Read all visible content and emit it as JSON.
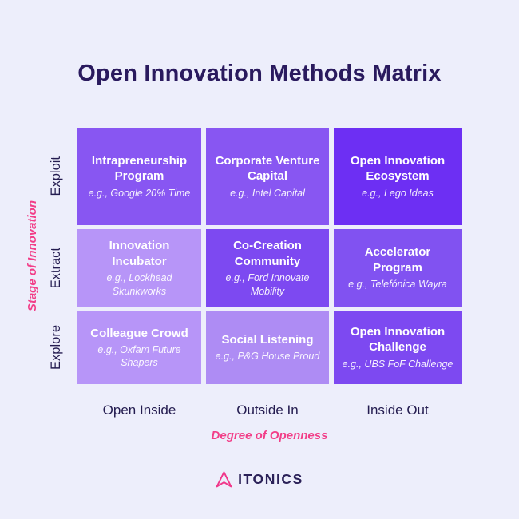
{
  "title": "Open Innovation Methods Matrix",
  "colors": {
    "background": "#edeefb",
    "title_text": "#2a1a5e",
    "axis_accent_pink": "#f23e88",
    "axis_tick_text": "#241c50",
    "cell_text": "#ffffff",
    "logo_icon_pink": "#f0378a",
    "logo_text_navy": "#2b2158"
  },
  "y_axis": {
    "label": "Stage of Innovation",
    "ticks": [
      "Exploit",
      "Extract",
      "Explore"
    ]
  },
  "x_axis": {
    "label": "Degree of Openness",
    "ticks": [
      "Open Inside",
      "Outside In",
      "Inside Out"
    ]
  },
  "cells": [
    [
      {
        "title": "Intrapreneurship Program",
        "example": "e.g., Google 20% Time",
        "color": "#8856f2"
      },
      {
        "title": "Corporate Venture Capital",
        "example": "e.g., Intel Capital",
        "color": "#8856f2"
      },
      {
        "title": "Open Innovation Ecosystem",
        "example": "e.g., Lego Ideas",
        "color": "#6d2ff3"
      }
    ],
    [
      {
        "title": "Innovation Incubator",
        "example": "e.g., Lockhead Skunkworks",
        "color": "#b795f8"
      },
      {
        "title": "Co-Creation Community",
        "example": "e.g., Ford Innovate Mobility",
        "color": "#7d49f1"
      },
      {
        "title": "Accelerator Program",
        "example": "e.g., Telefónica Wayra",
        "color": "#8152f1"
      }
    ],
    [
      {
        "title": "Colleague Crowd",
        "example": "e.g., Oxfam Future Shapers",
        "color": "#b795f8"
      },
      {
        "title": "Social Listening",
        "example": "e.g., P&G House Proud",
        "color": "#ae8cf4"
      },
      {
        "title": "Open Innovation Challenge",
        "example": "e.g., UBS FoF Challenge",
        "color": "#7d49f1"
      }
    ]
  ],
  "logo": {
    "wordmark": "ITONICS"
  }
}
